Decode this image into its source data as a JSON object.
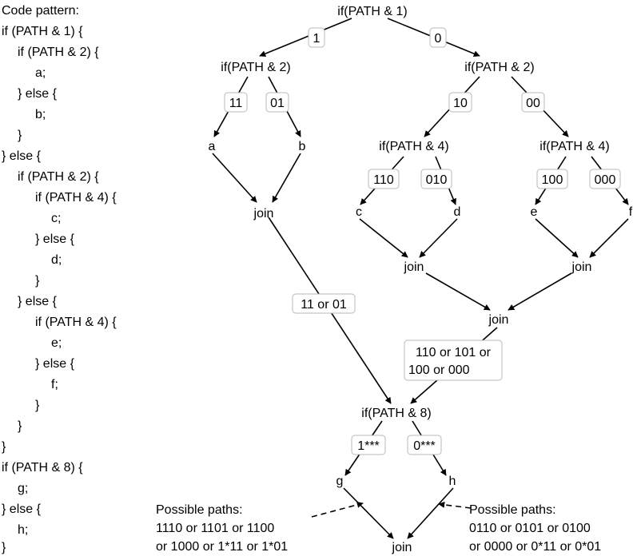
{
  "code": {
    "title": "Code pattern:",
    "lines": [
      "if (PATH & 1) {",
      "if (PATH & 2) {",
      "a;",
      "} else {",
      "b;",
      "}",
      "} else {",
      "if (PATH & 2) {",
      "if (PATH & 4) {",
      "c;",
      "} else {",
      "d;",
      "}",
      "} else {",
      "if (PATH & 4) {",
      "e;",
      "} else {",
      "f;",
      "}",
      "}",
      "}",
      "if (PATH & 8) {",
      "g;",
      "} else {",
      "h;",
      "}"
    ]
  },
  "diagram": {
    "nodes": {
      "root": "if(PATH & 1)",
      "b2_left": "if(PATH & 2)",
      "b2_right": "if(PATH & 2)",
      "b4_left": "if(PATH & 4)",
      "b4_right": "if(PATH & 4)",
      "a": "a",
      "b": "b",
      "c": "c",
      "d": "d",
      "e": "e",
      "f": "f",
      "join_ab": "join",
      "join_cd": "join",
      "join_ef": "join",
      "join_cdef": "join",
      "b8": "if(PATH & 8)",
      "g": "g",
      "h": "h",
      "join_final": "join"
    },
    "path_labels": {
      "p1": "1",
      "p0": "0",
      "p11": "11",
      "p01": "01",
      "p10": "10",
      "p00": "00",
      "p110": "110",
      "p010": "010",
      "p100": "100",
      "p000": "000",
      "p11or01": "11 or 01",
      "p_combined_1": "110 or 101 or",
      "p_combined_2": "100 or 000",
      "p1xxx": "1***",
      "p0xxx": "0***"
    },
    "notes": {
      "left": [
        "Possible paths:",
        "1110 or 1101 or 1100",
        "or 1000 or 1*11 or 1*01"
      ],
      "right": [
        "Possible paths:",
        "0110 or 0101 or 0100",
        "or 0000 or 0*11 or 0*01"
      ]
    }
  }
}
